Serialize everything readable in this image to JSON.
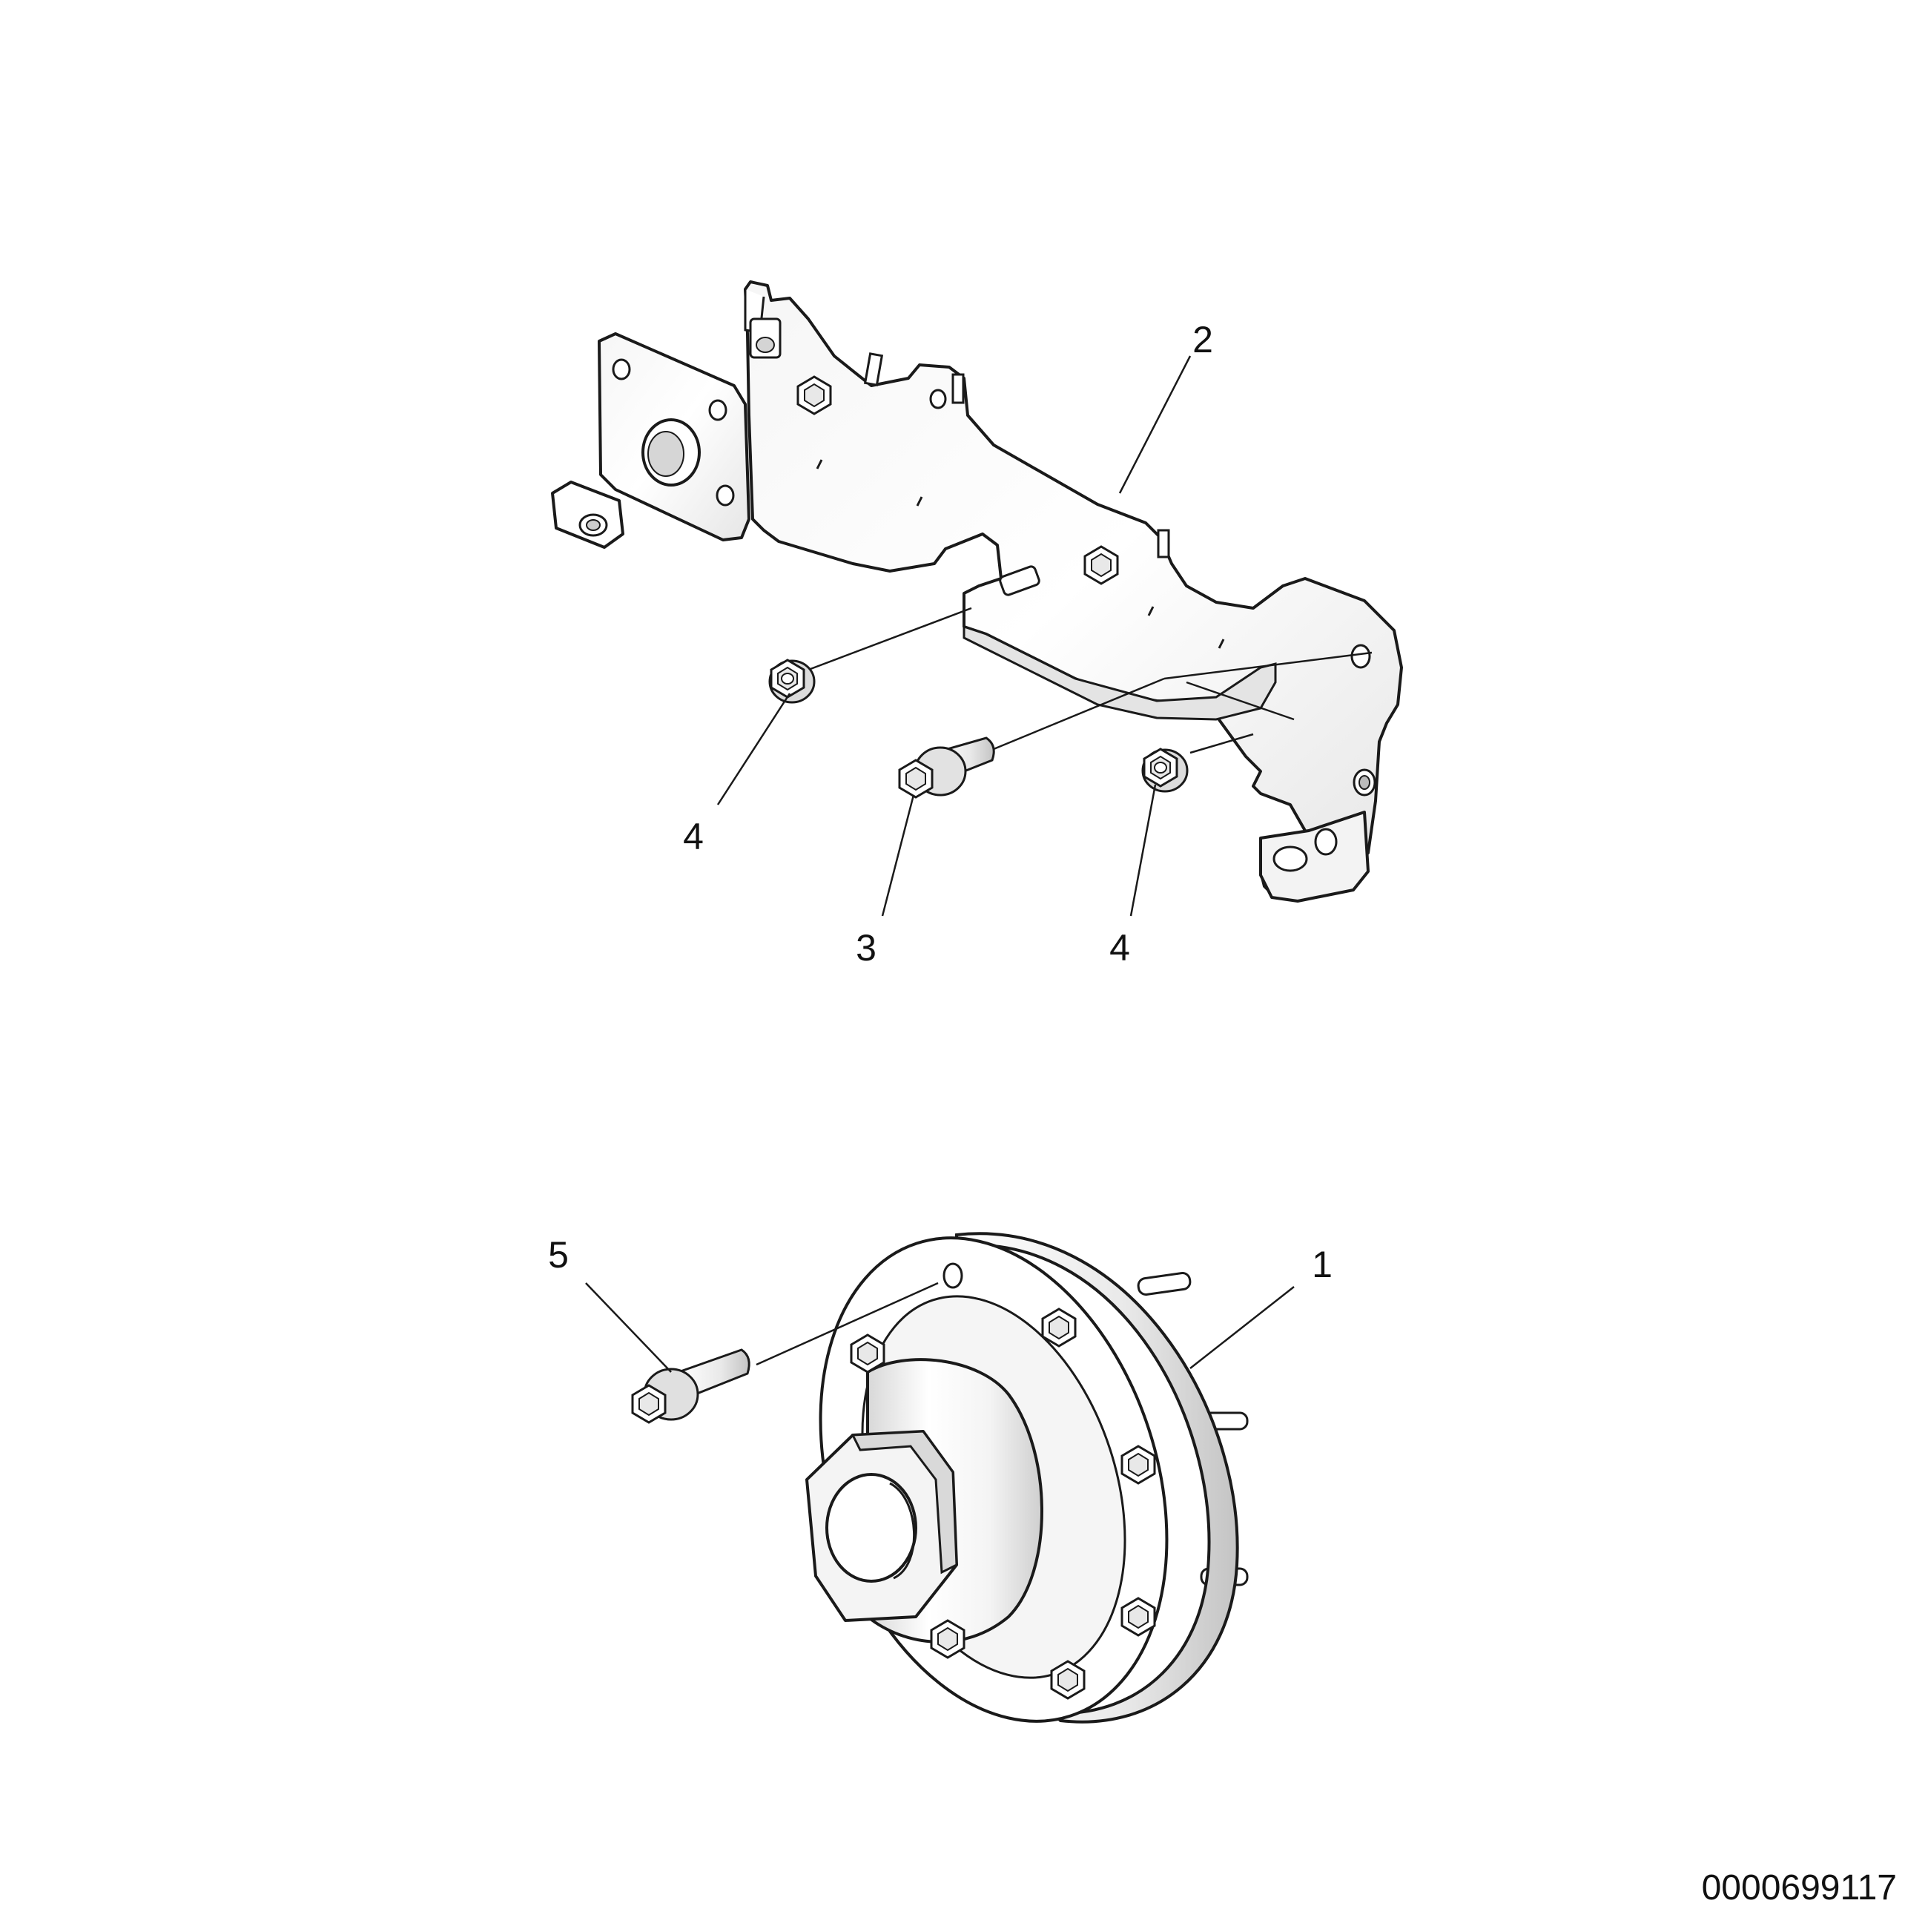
{
  "drawing_number": "0000699117",
  "callouts": [
    {
      "label": "1"
    },
    {
      "label": "2"
    },
    {
      "label": "3"
    },
    {
      "label": "4"
    },
    {
      "label": "4"
    },
    {
      "label": "5"
    }
  ],
  "colors": {
    "line": "#1a1a1a",
    "part_fill": "#ffffff",
    "shade_light": "#f2f2f2",
    "shade_mid": "#dcdcdc",
    "shade_dark": "#b8b8b8"
  },
  "parts": [
    {
      "callout": "1",
      "name": "hub-assembly"
    },
    {
      "callout": "2",
      "name": "mounting-bracket"
    },
    {
      "callout": "3",
      "name": "flange-bolt"
    },
    {
      "callout": "4",
      "name": "hex-nut"
    },
    {
      "callout": "5",
      "name": "hub-bolt"
    }
  ]
}
